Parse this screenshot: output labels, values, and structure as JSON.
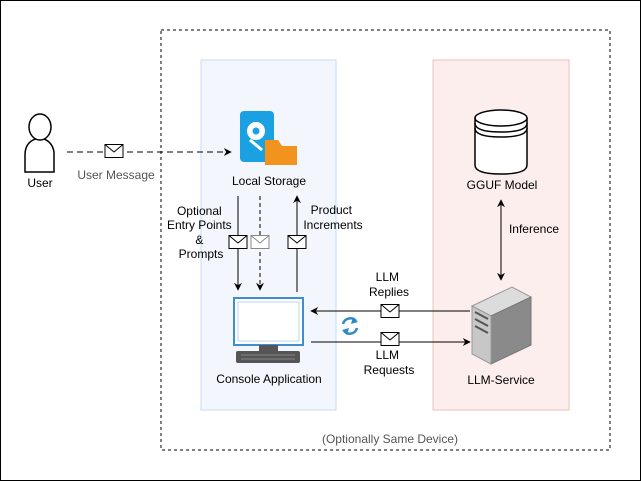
{
  "nodes": {
    "user": "User",
    "local_storage": "Local Storage",
    "console_app": "Console Application",
    "gguf_model": "GGUF Model",
    "llm_service": "LLM-Service"
  },
  "edges": {
    "user_message": "User Message",
    "entry_points": [
      "Optional",
      "Entry Points",
      "&",
      "Prompts"
    ],
    "product_increments": [
      "Product",
      "Increments"
    ],
    "inference": "Inference",
    "llm_replies": [
      "LLM",
      "Replies"
    ],
    "llm_requests": [
      "LLM",
      "Requests"
    ]
  },
  "groups": {
    "device_note": "(Optionally Same Device)"
  },
  "icons": {
    "user": "user-icon",
    "storage": "storage-folder-icon",
    "database": "database-icon",
    "monitor": "monitor-icon",
    "server": "server-icon",
    "envelope": "envelope-icon",
    "sync": "sync-icon"
  },
  "colors": {
    "storage_blue": "#1ba1e2",
    "folder_orange": "#f2931e",
    "lane_left_fill": "#f3f7fd",
    "lane_left_border": "#c6dbf1",
    "lane_right_fill": "#fbeeed",
    "lane_right_border": "#ecc1bd",
    "sync_blue": "#2d8ac7",
    "monitor_blue": "#3e8ed0"
  }
}
